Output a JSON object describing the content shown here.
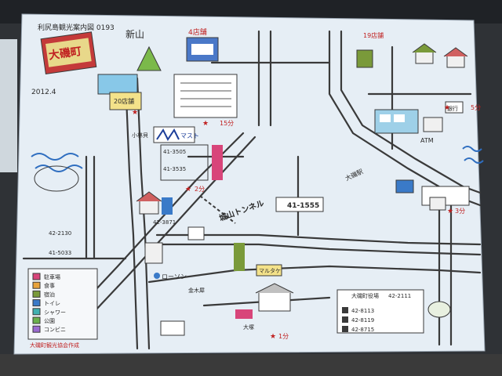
{
  "header": {
    "line": "利尻島観光案内図 0193",
    "title": "大磯町",
    "date": "2012.4"
  },
  "places": {
    "shinzan": "新山",
    "store_4": "4店舗",
    "store_19": "19店舗",
    "store_20": "20店舗",
    "kobayashi": "小林貝",
    "mast": "マスト",
    "tunnel": "城山トンネル",
    "lawson": "ローソン",
    "marutake": "マルタケ",
    "phone": "41-1555",
    "kinmokuji": "金木犀",
    "otsuka": "大塚",
    "bank": "銀行",
    "atm": "ATM",
    "eki": "大磯駅",
    "town_office": "大磯町役場",
    "town_office_phone": "42-2111"
  },
  "phones": {
    "p1": "41-3505",
    "p2": "42-3871",
    "p3": "42-2130",
    "p4": "41-5033",
    "p5": "41-3535",
    "p6": "42-8113",
    "p7": "42-8119",
    "p8": "42-8715"
  },
  "times": {
    "t1": "15分",
    "t2": "2分",
    "t3": "3分",
    "t4": "1分",
    "t5": "5分"
  },
  "legend": {
    "items": [
      "駐車場",
      "食事",
      "宿泊",
      "トイレ",
      "シャワー",
      "公園",
      "コンビニ"
    ],
    "colors": [
      "#d8457a",
      "#e8a23a",
      "#7a9a3a",
      "#3a7ac8",
      "#40b0b0",
      "#6ab04c",
      "#9a6ad0"
    ]
  },
  "footer": {
    "note": "大磯町観光協会作成"
  },
  "colors": {
    "paper": "#e6eef5",
    "road": "#3a3a3a",
    "accent_red": "#c02020",
    "accent_blue": "#1d3f9a"
  }
}
